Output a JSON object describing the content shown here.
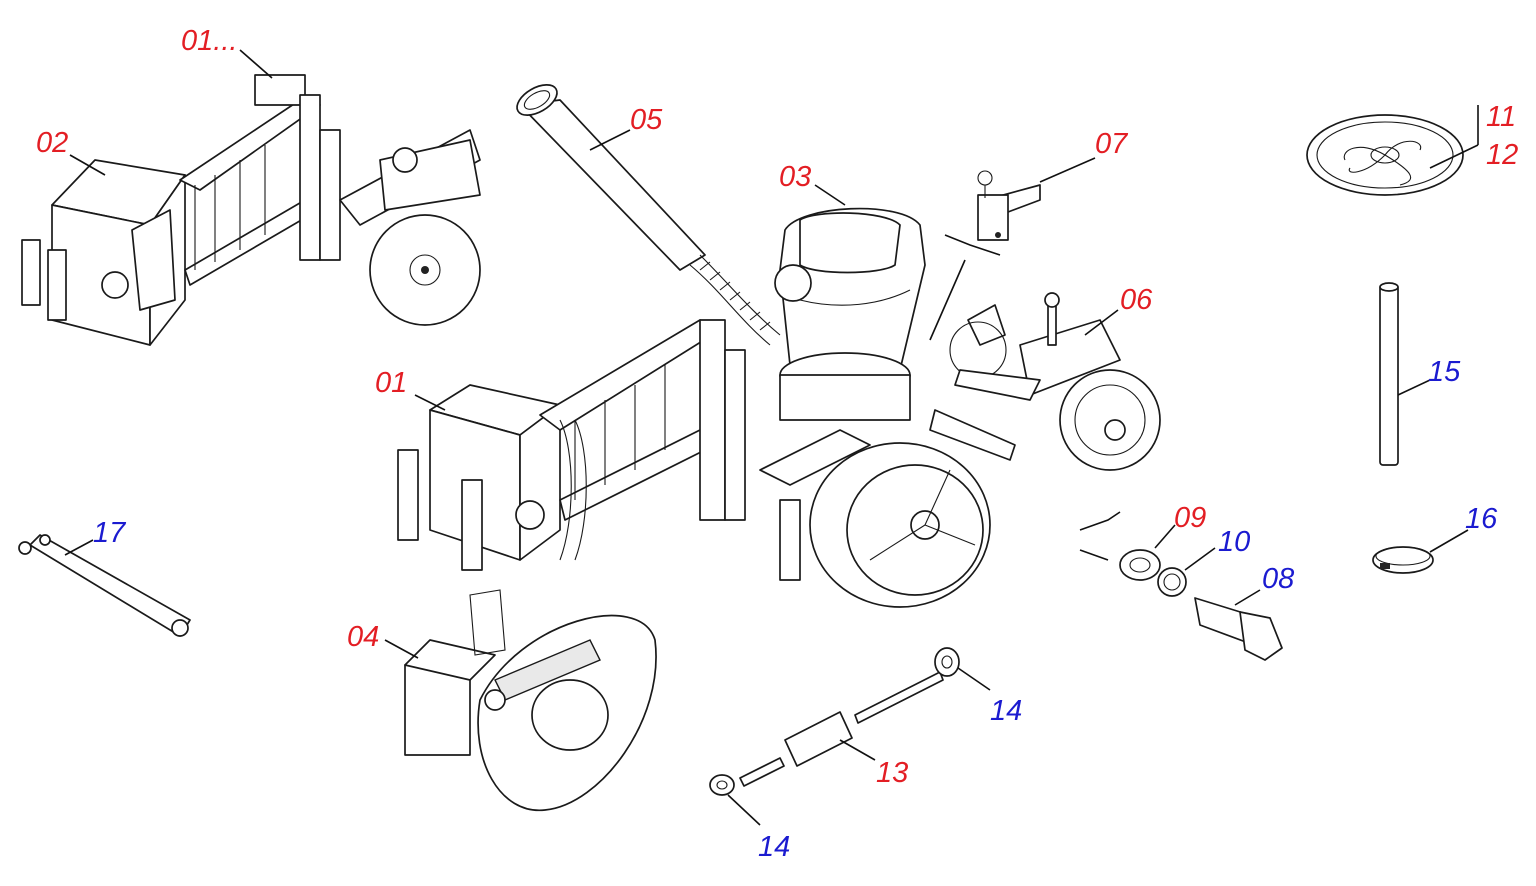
{
  "colors": {
    "assembly_label": "#e31e24",
    "part_label": "#1b1bd0",
    "line": "#111111"
  },
  "labels": [
    {
      "id": "l01a",
      "text": "01...",
      "color": "red"
    },
    {
      "id": "l02",
      "text": "02",
      "color": "red"
    },
    {
      "id": "l05",
      "text": "05",
      "color": "red"
    },
    {
      "id": "l03",
      "text": "03",
      "color": "red"
    },
    {
      "id": "l07",
      "text": "07",
      "color": "red"
    },
    {
      "id": "l11",
      "text": "11",
      "color": "red"
    },
    {
      "id": "l12",
      "text": "12",
      "color": "red"
    },
    {
      "id": "l06",
      "text": "06",
      "color": "red"
    },
    {
      "id": "l01",
      "text": "01",
      "color": "red"
    },
    {
      "id": "l15",
      "text": "15",
      "color": "blue"
    },
    {
      "id": "l17",
      "text": "17",
      "color": "blue"
    },
    {
      "id": "l09",
      "text": "09",
      "color": "red"
    },
    {
      "id": "l10",
      "text": "10",
      "color": "blue"
    },
    {
      "id": "l16",
      "text": "16",
      "color": "blue"
    },
    {
      "id": "l08",
      "text": "08",
      "color": "blue"
    },
    {
      "id": "l04",
      "text": "04",
      "color": "red"
    },
    {
      "id": "l14a",
      "text": "14",
      "color": "blue"
    },
    {
      "id": "l13",
      "text": "13",
      "color": "red"
    },
    {
      "id": "l14b",
      "text": "14",
      "color": "blue"
    }
  ]
}
